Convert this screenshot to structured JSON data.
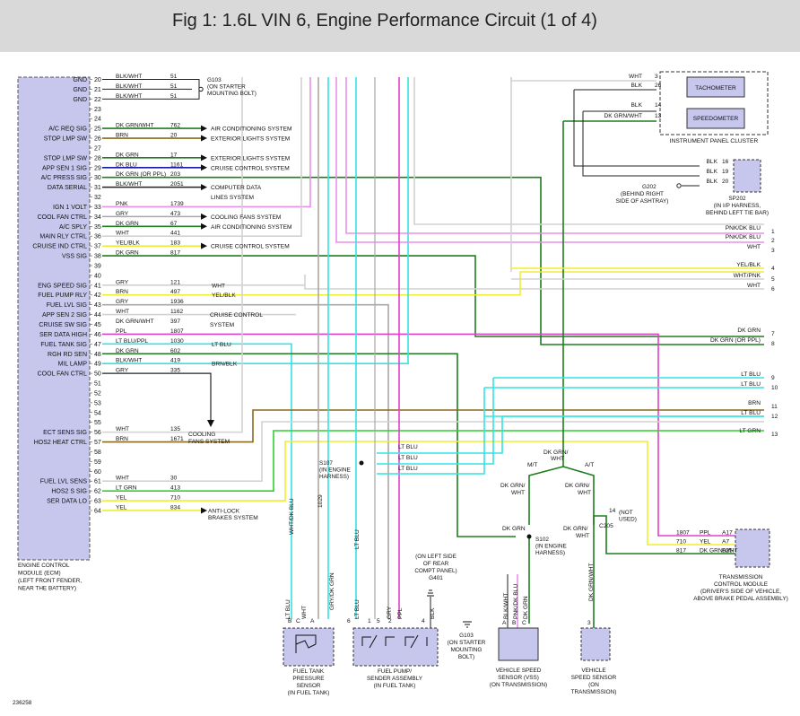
{
  "header": {
    "title": "Fig 1: 1.6L VIN 6, Engine Performance Circuit (1 of 4)"
  },
  "ecm": {
    "rows": [
      {
        "label": "GND",
        "pin": "20",
        "color": "BLK/WHT",
        "circuit": "51",
        "dest": ""
      },
      {
        "label": "GND",
        "pin": "21",
        "color": "BLK/WHT",
        "circuit": "51",
        "dest": ""
      },
      {
        "label": "GND",
        "pin": "22",
        "color": "BLK/WHT",
        "circuit": "51",
        "dest": ""
      },
      {
        "label": "",
        "pin": "23",
        "color": "",
        "circuit": "",
        "dest": ""
      },
      {
        "label": "",
        "pin": "24",
        "color": "",
        "circuit": "",
        "dest": ""
      },
      {
        "label": "A/C REQ SIG",
        "pin": "25",
        "color": "DK GRN/WHT",
        "circuit": "762",
        "dest": "AIR CONDITIONING SYSTEM"
      },
      {
        "label": "STOP LMP SW",
        "pin": "26",
        "color": "BRN",
        "circuit": "20",
        "dest": "EXTERIOR LIGHTS SYSTEM"
      },
      {
        "label": "",
        "pin": "27",
        "color": "",
        "circuit": "",
        "dest": ""
      },
      {
        "label": "STOP LMP SW",
        "pin": "28",
        "color": "DK GRN",
        "circuit": "17",
        "dest": "EXTERIOR LIGHTS SYSTEM"
      },
      {
        "label": "APP SEN 1 SIG",
        "pin": "29",
        "color": "DK BLU",
        "circuit": "1161",
        "dest": "CRUISE CONTROL SYSTEM"
      },
      {
        "label": "A/C PRESS SIG",
        "pin": "30",
        "color": "DK GRN  (OR PPL)",
        "circuit": "203",
        "dest": ""
      },
      {
        "label": "DATA SERIAL",
        "pin": "31",
        "color": "BLK/WHT",
        "circuit": "2051",
        "dest": "COMPUTER DATA"
      },
      {
        "label": "",
        "pin": "32",
        "color": "",
        "circuit": "",
        "dest": "LINES SYSTEM"
      },
      {
        "label": "IGN 1 VOLT",
        "pin": "33",
        "color": "PNK",
        "circuit": "1739",
        "dest": ""
      },
      {
        "label": "COOL FAN CTRL",
        "pin": "34",
        "color": "GRY",
        "circuit": "473",
        "dest": "COOLING FANS SYSTEM"
      },
      {
        "label": "A/C SPLY",
        "pin": "35",
        "color": "DK GRN",
        "circuit": "67",
        "dest": "AIR CONDITIONING SYSTEM"
      },
      {
        "label": "MAIN RLY CTRL",
        "pin": "36",
        "color": "WHT",
        "circuit": "441",
        "dest": ""
      },
      {
        "label": "CRUISE IND CTRL",
        "pin": "37",
        "color": "YEL/BLK",
        "circuit": "183",
        "dest": "CRUISE CONTROL SYSTEM"
      },
      {
        "label": "VSS SIG",
        "pin": "38",
        "color": "DK GRN",
        "circuit": "817",
        "dest": ""
      },
      {
        "label": "",
        "pin": "39",
        "color": "",
        "circuit": "",
        "dest": ""
      },
      {
        "label": "",
        "pin": "40",
        "color": "",
        "circuit": "",
        "dest": ""
      },
      {
        "label": "ENG SPEED SIG",
        "pin": "41",
        "color": "GRY",
        "circuit": "121",
        "dest": "WHT"
      },
      {
        "label": "FUEL PUMP RLY",
        "pin": "42",
        "color": "BRN",
        "circuit": "497",
        "dest": "YEL/BLK"
      },
      {
        "label": "FUEL LVL SIG",
        "pin": "43",
        "color": "GRY",
        "circuit": "1936",
        "dest": ""
      },
      {
        "label": "APP SEN 2 SIG",
        "pin": "44",
        "color": "WHT",
        "circuit": "1162",
        "dest": "CRUISE CONTROL"
      },
      {
        "label": "CRUISE SW SIG",
        "pin": "45",
        "color": "DK GRN/WHT",
        "circuit": "397",
        "dest": "SYSTEM"
      },
      {
        "label": "SER DATA HIGH",
        "pin": "46",
        "color": "PPL",
        "circuit": "1807",
        "dest": ""
      },
      {
        "label": "FUEL TANK SIG",
        "pin": "47",
        "color": "LT BLU/PPL",
        "circuit": "1030",
        "dest": "LT BLU"
      },
      {
        "label": "RGH RD SEN",
        "pin": "48",
        "color": "DK GRN",
        "circuit": "602",
        "dest": ""
      },
      {
        "label": "MIL LAMP",
        "pin": "49",
        "color": "BLK/WHT",
        "circuit": "419",
        "dest": "BRN/BLK"
      },
      {
        "label": "COOL FAN CTRL",
        "pin": "50",
        "color": "GRY",
        "circuit": "335",
        "dest": ""
      },
      {
        "label": "",
        "pin": "51",
        "color": "",
        "circuit": "",
        "dest": ""
      },
      {
        "label": "",
        "pin": "52",
        "color": "",
        "circuit": "",
        "dest": ""
      },
      {
        "label": "",
        "pin": "53",
        "color": "",
        "circuit": "",
        "dest": ""
      },
      {
        "label": "",
        "pin": "54",
        "color": "",
        "circuit": "",
        "dest": ""
      },
      {
        "label": "",
        "pin": "55",
        "color": "",
        "circuit": "",
        "dest": ""
      },
      {
        "label": "ECT SENS SIG",
        "pin": "56",
        "color": "WHT",
        "circuit": "135",
        "dest": ""
      },
      {
        "label": "HOS2 HEAT CTRL",
        "pin": "57",
        "color": "BRN",
        "circuit": "1671",
        "dest": ""
      },
      {
        "label": "",
        "pin": "58",
        "color": "",
        "circuit": "",
        "dest": ""
      },
      {
        "label": "",
        "pin": "59",
        "color": "",
        "circuit": "",
        "dest": ""
      },
      {
        "label": "",
        "pin": "60",
        "color": "",
        "circuit": "",
        "dest": ""
      },
      {
        "label": "FUEL LVL SENS",
        "pin": "61",
        "color": "WHT",
        "circuit": "30",
        "dest": ""
      },
      {
        "label": "HOS2 S SIG",
        "pin": "62",
        "color": "LT GRN",
        "circuit": "413",
        "dest": ""
      },
      {
        "label": "SER DATA LO",
        "pin": "63",
        "color": "YEL",
        "circuit": "710",
        "dest": ""
      },
      {
        "label": "",
        "pin": "64",
        "color": "YEL",
        "circuit": "834",
        "dest": "ANTI-LOCK"
      }
    ],
    "caption": [
      "ENGINE CONTROL",
      "MODULE (ECM)",
      "(LEFT FRONT FENDER,",
      "NEAR THE BATTERY)"
    ]
  },
  "extra_labels": {
    "brakes": "BRAKES SYSTEM",
    "cooling": [
      "COOLING",
      "FANS SYSTEM"
    ],
    "g103_top": [
      "G103",
      "(ON STARTER",
      "MOUNTING BOLT)"
    ],
    "g103_bottom": [
      "G103",
      "(ON STARTER",
      "MOUNTING",
      "BOLT)"
    ],
    "g202": [
      "G202",
      "(BEHIND RIGHT",
      "SIDE OF ASHTRAY)"
    ],
    "sp202": [
      "SP202",
      "(IN I/P HARNESS,",
      "BEHIND LEFT TIE BAR)"
    ],
    "g401": [
      "(ON LEFT SIDE",
      "OF REAR",
      "COMPT PANEL)",
      "G401"
    ],
    "s107": [
      "S107",
      "(IN ENGINE",
      "HARNESS)"
    ],
    "s102": [
      "S102",
      "(IN ENGINE",
      "HARNESS)"
    ],
    "c205": "C205",
    "not_used": [
      "(NOT",
      "USED)"
    ],
    "fig_id": "236258"
  },
  "cluster": {
    "tach": "TACHOMETER",
    "speedo": "SPEEDOMETER",
    "caption": "INSTRUMENT PANEL CLUSTER",
    "wires": [
      {
        "color": "WHT",
        "pin": "3"
      },
      {
        "color": "BLK",
        "pin": "26"
      },
      {
        "color": "BLK",
        "pin": "14"
      },
      {
        "color": "DK GRN/WHT",
        "pin": "13"
      }
    ]
  },
  "sp202_wires": [
    {
      "color": "BLK",
      "pin": "16"
    },
    {
      "color": "BLK",
      "pin": "19"
    },
    {
      "color": "BLK",
      "pin": "20"
    }
  ],
  "right_refs": [
    {
      "color": "PNK/DK BLU",
      "num": "1"
    },
    {
      "color": "PNK/DK BLU",
      "num": "2"
    },
    {
      "color": "WHT",
      "num": "3"
    },
    {
      "color": "YEL/BLK",
      "num": "4"
    },
    {
      "color": "WHT/PNK",
      "num": "5"
    },
    {
      "color": "WHT",
      "num": "6"
    },
    {
      "color": "DK GRN",
      "num": "7"
    },
    {
      "color": "DK GRN   (OR PPL)",
      "num": "8"
    },
    {
      "color": "LT BLU",
      "num": "9"
    },
    {
      "color": "LT BLU",
      "num": "10"
    },
    {
      "color": "BRN",
      "num": "11"
    },
    {
      "color": "LT BLU",
      "num": "12"
    },
    {
      "color": "LT GRN",
      "num": "13"
    }
  ],
  "s107_wires": [
    "LT BLU",
    "LT BLU",
    "LT BLU"
  ],
  "vss_branch": {
    "mt_label": "M/T",
    "at_label": "A/T",
    "top": [
      "DK GRN/",
      "WHT"
    ],
    "mt_wire": [
      "DK GRN/",
      "WHT"
    ],
    "at_wire": [
      "DK GRN/",
      "WHT"
    ],
    "s102_in": "DK GRN",
    "c205_pin": "14",
    "at_below": [
      "DK GRN/",
      "WHT"
    ]
  },
  "tcm": {
    "name": [
      "TRANSMISSION",
      "CONTROL MODULE",
      "(DRIVER'S SIDE OF VEHICLE,",
      "ABOVE BRAKE PEDAL ASSEMBLY)"
    ],
    "wires": [
      {
        "circuit": "1807",
        "color": "PPL",
        "pin": "A17"
      },
      {
        "circuit": "710",
        "color": "YEL",
        "pin": "A7"
      },
      {
        "circuit": "817",
        "color": "DK GRN/WHT",
        "pin": "B25"
      }
    ]
  },
  "components": {
    "fuel_tank_sensor": {
      "caption": [
        "FUEL TANK",
        "PRESSURE",
        "SENSOR",
        "(IN FUEL TANK)"
      ],
      "pins": [
        "B",
        "C",
        "A"
      ],
      "wires": [
        "LT BLU",
        "WHT"
      ]
    },
    "fuel_pump": {
      "caption": [
        "FUEL PUMP/",
        "SENDER ASSEMBLY",
        "(IN FUEL TANK)"
      ],
      "pins": [
        "6",
        "1",
        "5",
        "2",
        "4"
      ],
      "wires": [
        "LT BLU",
        "GRY",
        "PPL",
        "BLK"
      ]
    },
    "vss_auto": {
      "caption": [
        "VEHICLE SPEED",
        "SENSOR (VSS)",
        "(ON TRANSMISSION)"
      ],
      "pins": [
        "A",
        "B",
        "C"
      ],
      "wires": [
        "BLK/WHT",
        "PNK/DK BLU",
        "DK GRN"
      ]
    },
    "vss_manual": {
      "caption": [
        "VEHICLE",
        "SPEED SENSOR",
        "(ON",
        "TRANSMISSION)"
      ],
      "pin": "3",
      "wire": "DK GRN/WHT"
    }
  },
  "vertical_labels": {
    "wht_dk_blu": "WHT/DK BLU",
    "n1029": "1029",
    "gry_dk_grn": "GRY/DK GRN",
    "lt_blu": "LT BLU"
  },
  "colors": {
    "ecm_fill": "#c7c7ee",
    "dk_grn": "#1e7d1e",
    "dk_grn_wht": "#1e7d1e",
    "lt_blu": "#35e3e3",
    "pnk": "#e98fe9",
    "gry": "#a8a8a8",
    "brn": "#8a6a1c",
    "yel": "#eeee30",
    "ppl": "#e040c8",
    "lt_grn": "#30d030",
    "wht": "#d2d2d2",
    "blk": "#222222",
    "dk_blu": "#1a1aa8"
  }
}
